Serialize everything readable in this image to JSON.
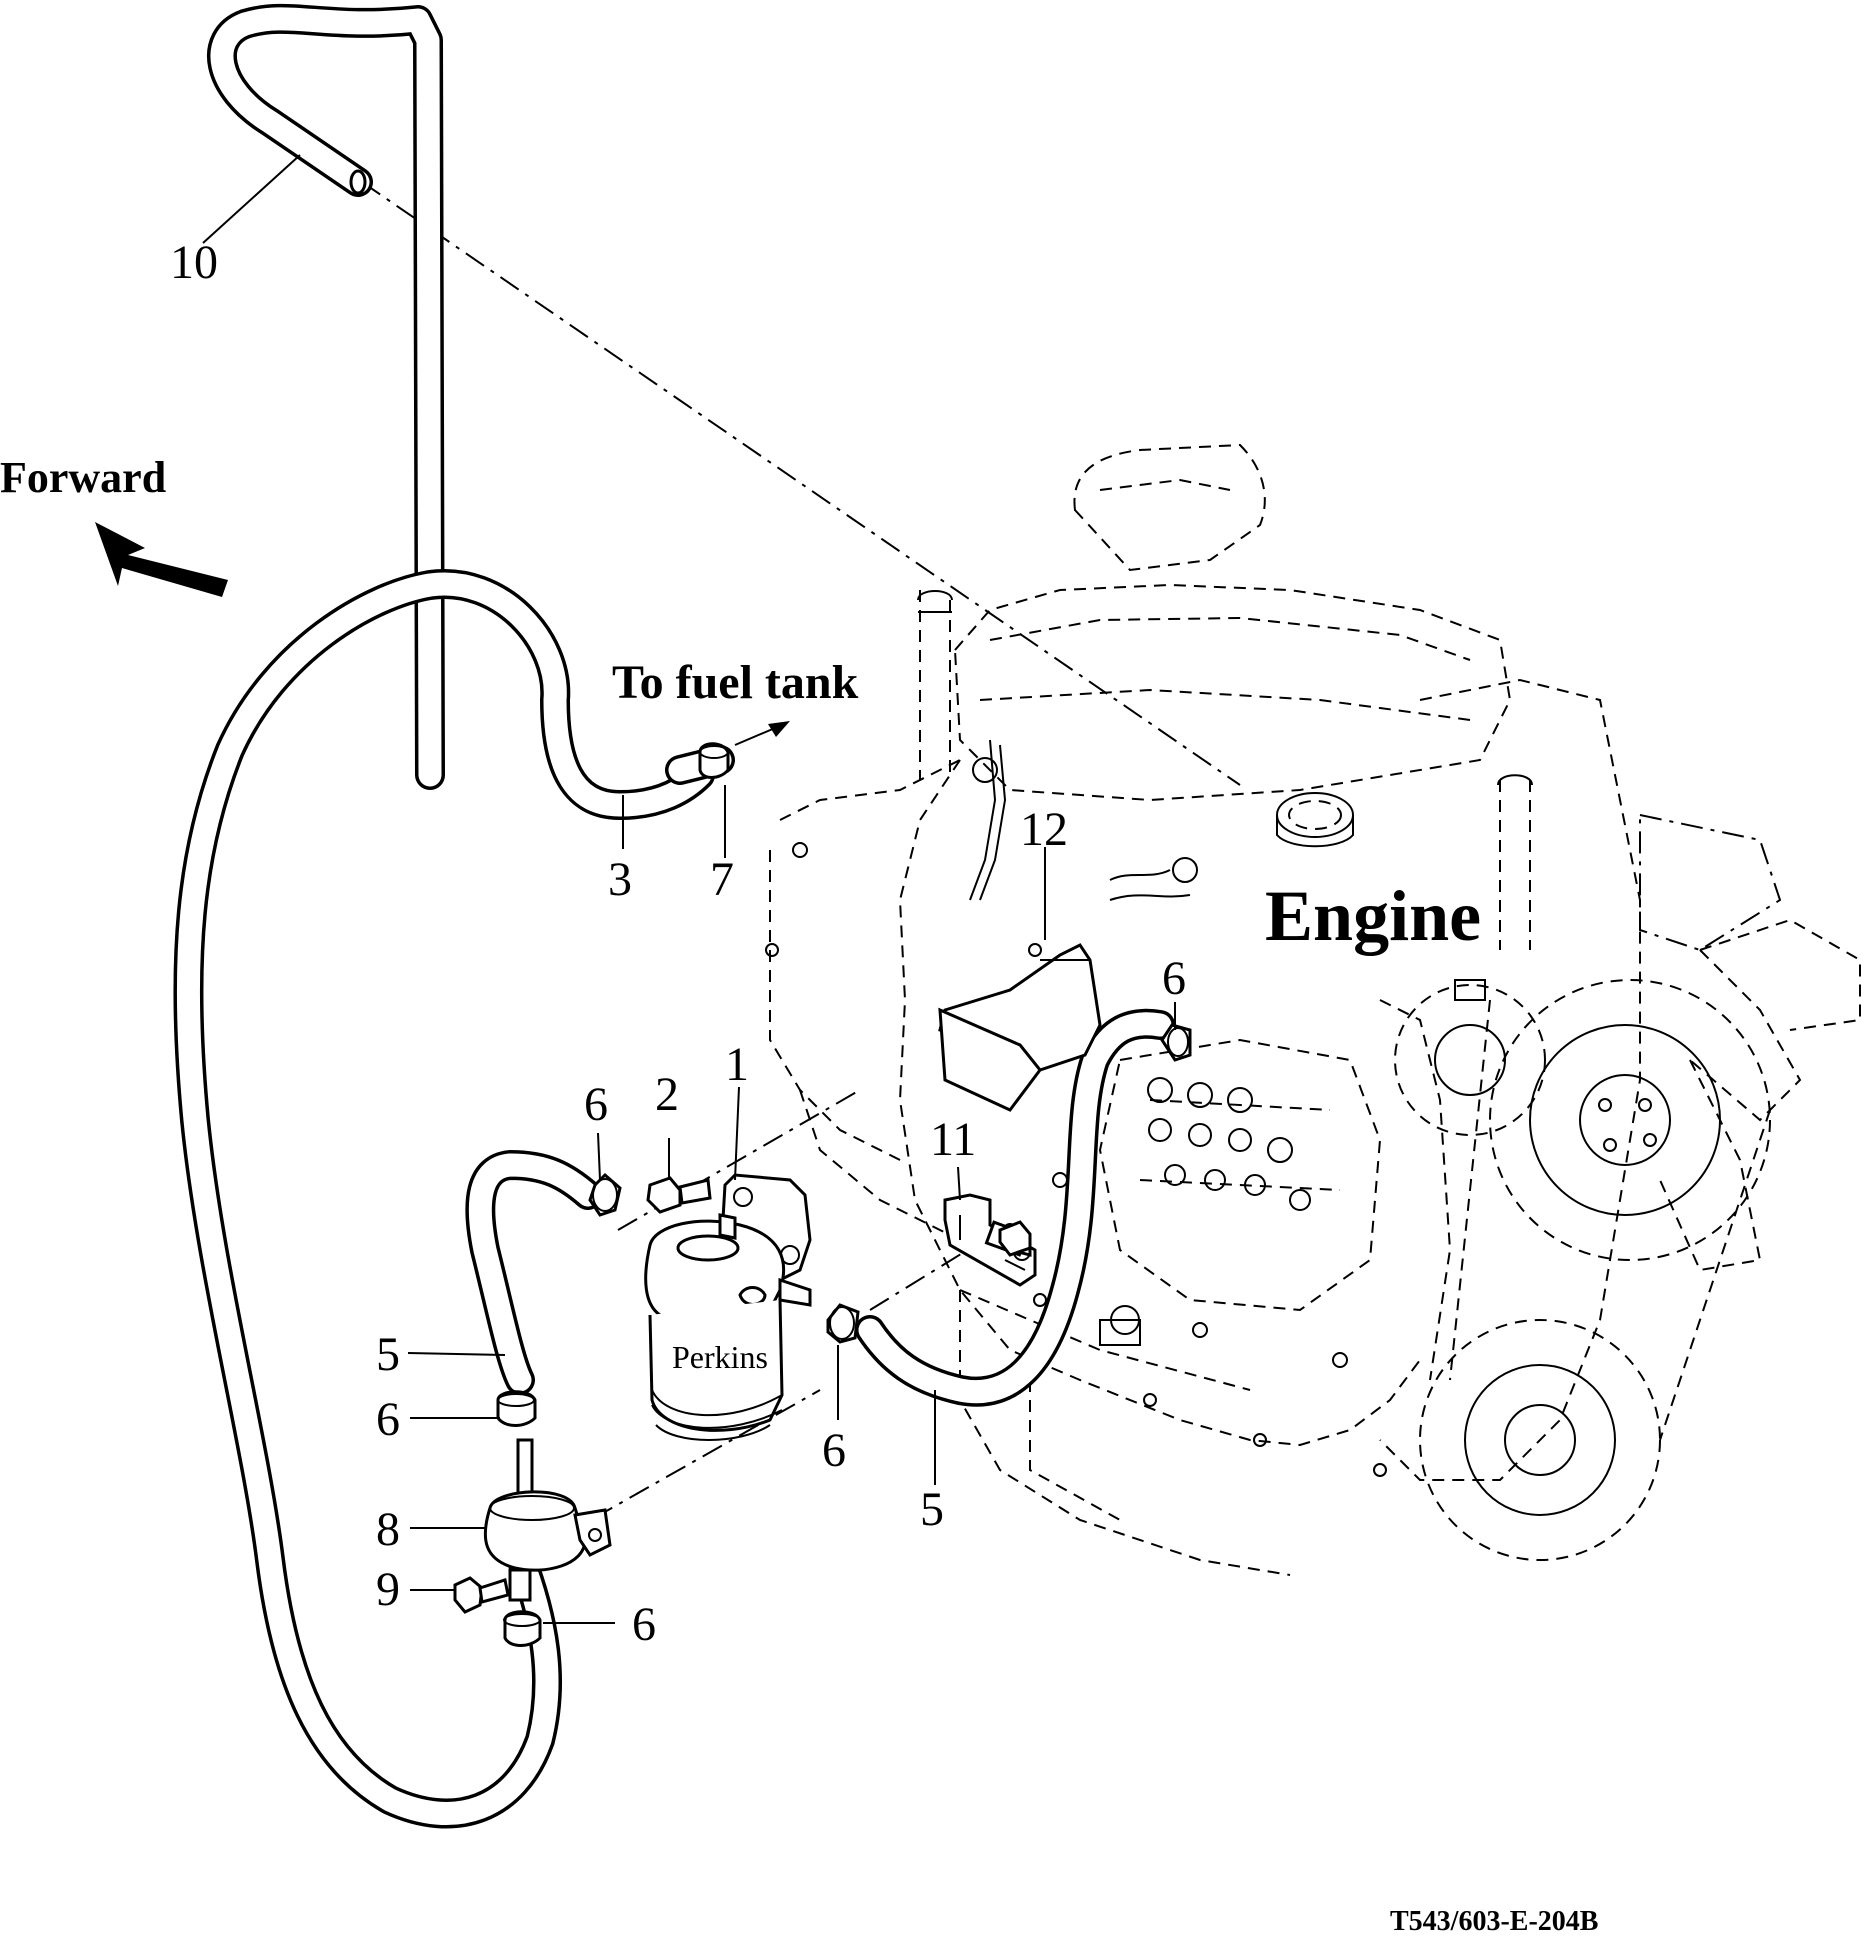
{
  "labels": {
    "forward": "Forward",
    "to_fuel_tank": "To fuel tank",
    "engine": "Engine",
    "filter_brand": "Perkins",
    "figure_code": "T543/603-E-204B"
  },
  "callouts": {
    "c10": "10",
    "c3": "3",
    "c7": "7",
    "c12": "12",
    "c6_engine": "6",
    "c1": "1",
    "c2": "2",
    "c6_filter_in": "6",
    "c11": "11",
    "c5_left": "5",
    "c6_left": "6",
    "c8": "8",
    "c9": "9",
    "c6_bottom": "6",
    "c6_mid": "6",
    "c5_right": "5"
  }
}
